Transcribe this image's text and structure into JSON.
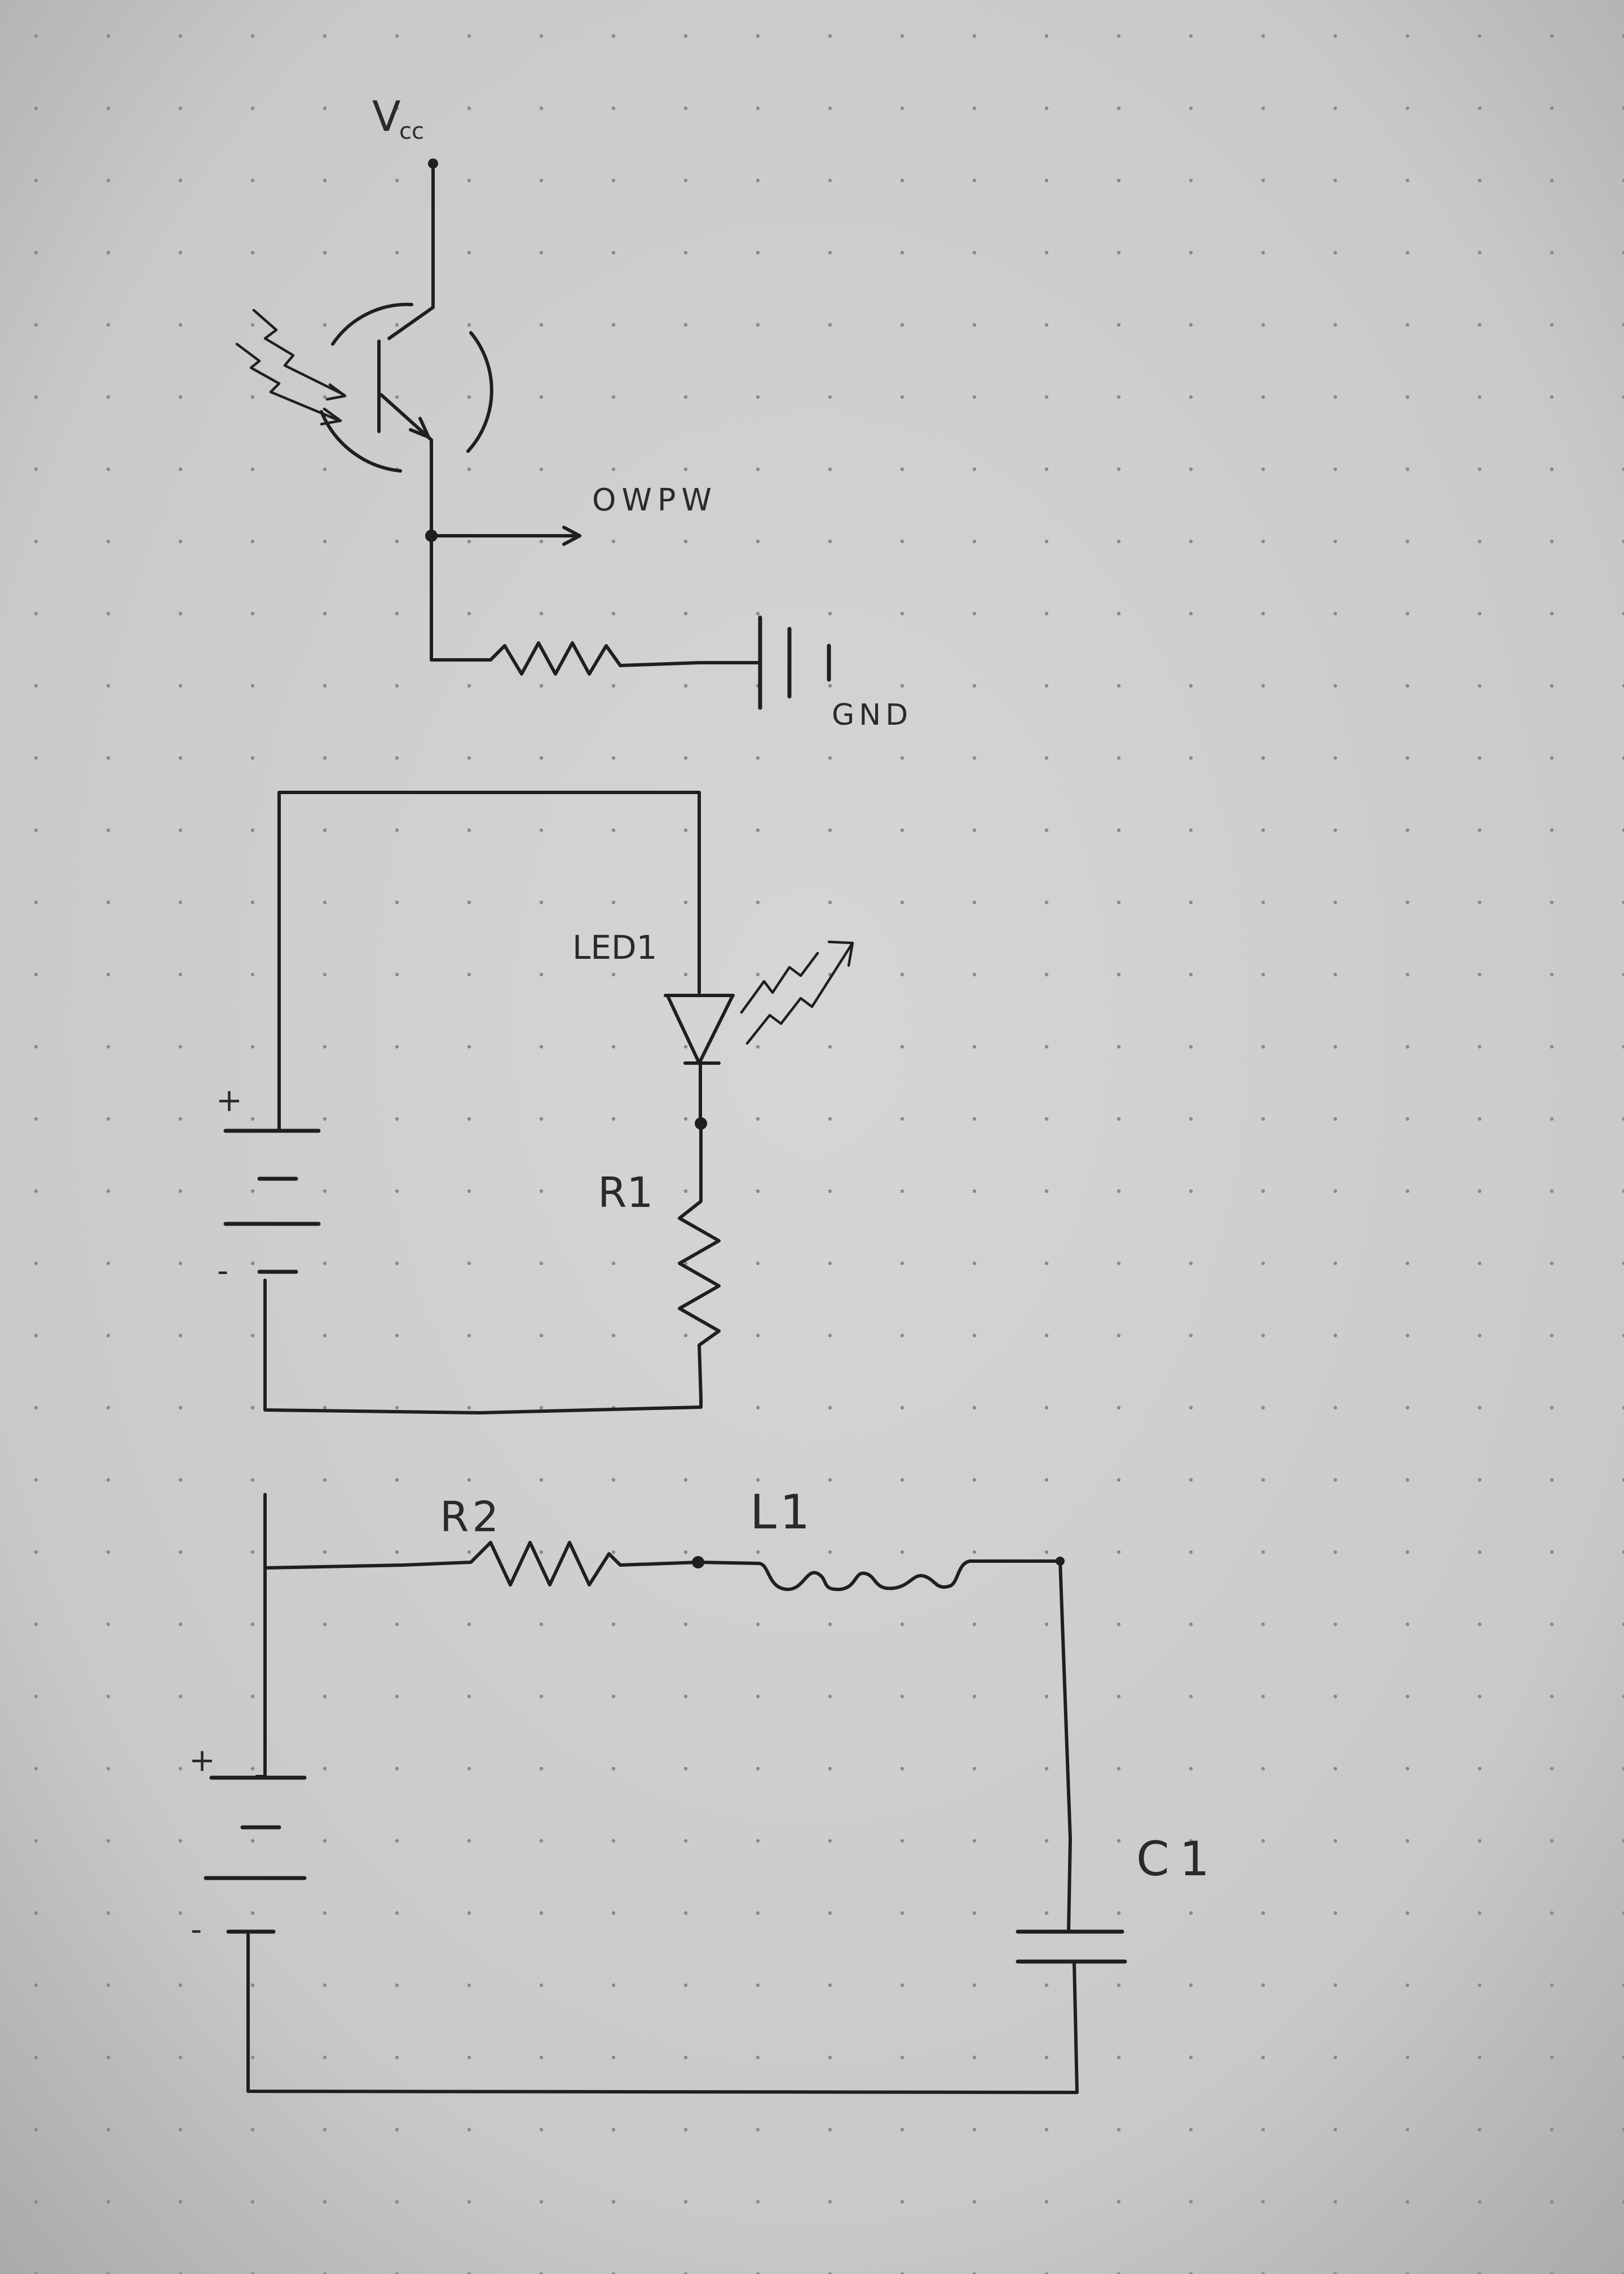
{
  "labels": {
    "vcc_main": "V",
    "vcc_sub": "cc",
    "output": "OWPW",
    "ground": "GND",
    "led": "LED1",
    "r1": "R1",
    "r2": "R2",
    "l1": "L1",
    "c1": "C1",
    "plus1": "+",
    "minus1": "-",
    "plus2": "+",
    "minus2": "-"
  },
  "colors": {
    "paper": "#cdcdcd",
    "ink": "#1f1f1f"
  },
  "icons": {
    "phototransistor": "phototransistor-icon",
    "resistor": "resistor-zigzag",
    "ground": "ground-symbol",
    "led": "led-diode-icon",
    "battery": "battery-cell-icon",
    "inductor": "inductor-coil",
    "capacitor": "capacitor-plates"
  }
}
